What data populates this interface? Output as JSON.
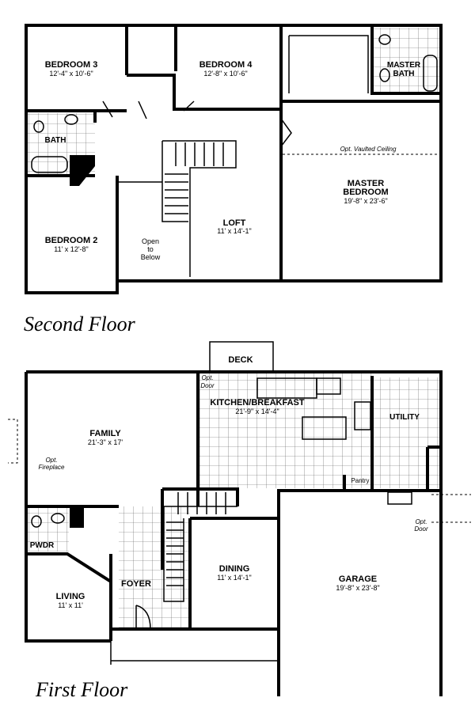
{
  "second_floor": {
    "title": "Second Floor",
    "rooms": {
      "bedroom3": {
        "name": "BEDROOM 3",
        "size": "12'-4\" x 10'-6\""
      },
      "bedroom4": {
        "name": "BEDROOM  4",
        "size": "12'-8\" x 10'-6\""
      },
      "master_bath": {
        "name1": "MASTER",
        "name2": "BATH"
      },
      "bath": {
        "name": "BATH"
      },
      "vaulted": "Opt. Vaulted Ceiling",
      "master_bedroom": {
        "name1": "MASTER",
        "name2": "BEDROOM",
        "size": "19'-8\" x 23'-6\""
      },
      "bedroom2": {
        "name": "BEDROOM 2",
        "size": "11' x 12'-8\""
      },
      "open": {
        "l1": "Open",
        "l2": "to",
        "l3": "Below"
      },
      "loft": {
        "name": "LOFT",
        "size": "11' x 14'-1\""
      }
    }
  },
  "first_floor": {
    "title": "First Floor",
    "rooms": {
      "deck": "DECK",
      "opt_door_kitchen": {
        "l1": "Opt.",
        "l2": "Door"
      },
      "kitchen": {
        "name": "KITCHEN/BREAKFAST",
        "size": "21'-9\" x 14'-4\""
      },
      "utility": "UTILITY",
      "family": {
        "name": "FAMILY",
        "size": "21'-3\" x 17'"
      },
      "fireplace": {
        "l1": "Opt.",
        "l2": "Fireplace"
      },
      "pantry": "Pantry",
      "opt_door_garage": {
        "l1": "Opt.",
        "l2": "Door"
      },
      "pwdr": "PWDR",
      "foyer": "FOYER",
      "dining": {
        "name": "DINING",
        "size": "11' x 14'-1\""
      },
      "garage": {
        "name": "GARAGE",
        "size": "19'-8\" x 23'-8\""
      },
      "living": {
        "name": "LIVING",
        "size": "11' x 11'"
      }
    }
  }
}
